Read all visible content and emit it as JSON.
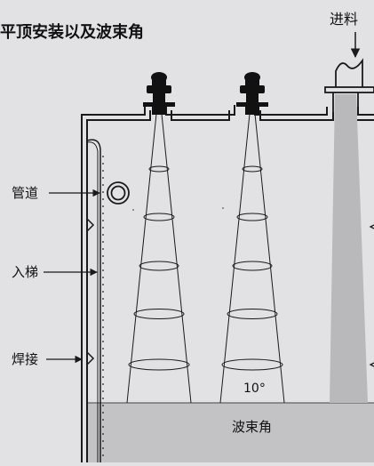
{
  "title": "平顶安装以及波束角",
  "labels": {
    "feed": "进料",
    "pipe": "管道",
    "ladder": "入梯",
    "weld": "焊接",
    "angle": "10°",
    "beam_angle": "波束角"
  },
  "colors": {
    "background": "#e2e2e4",
    "liquid": "#c3c3c5",
    "stream": "#b9b9bb",
    "line": "#1a1a1a",
    "sensor": "#111111"
  },
  "icons": {
    "sensor": "radar-level-sensor-icon",
    "feed": "feed-inlet-pipe-icon",
    "pipe": "pipe-cross-section-icon"
  }
}
